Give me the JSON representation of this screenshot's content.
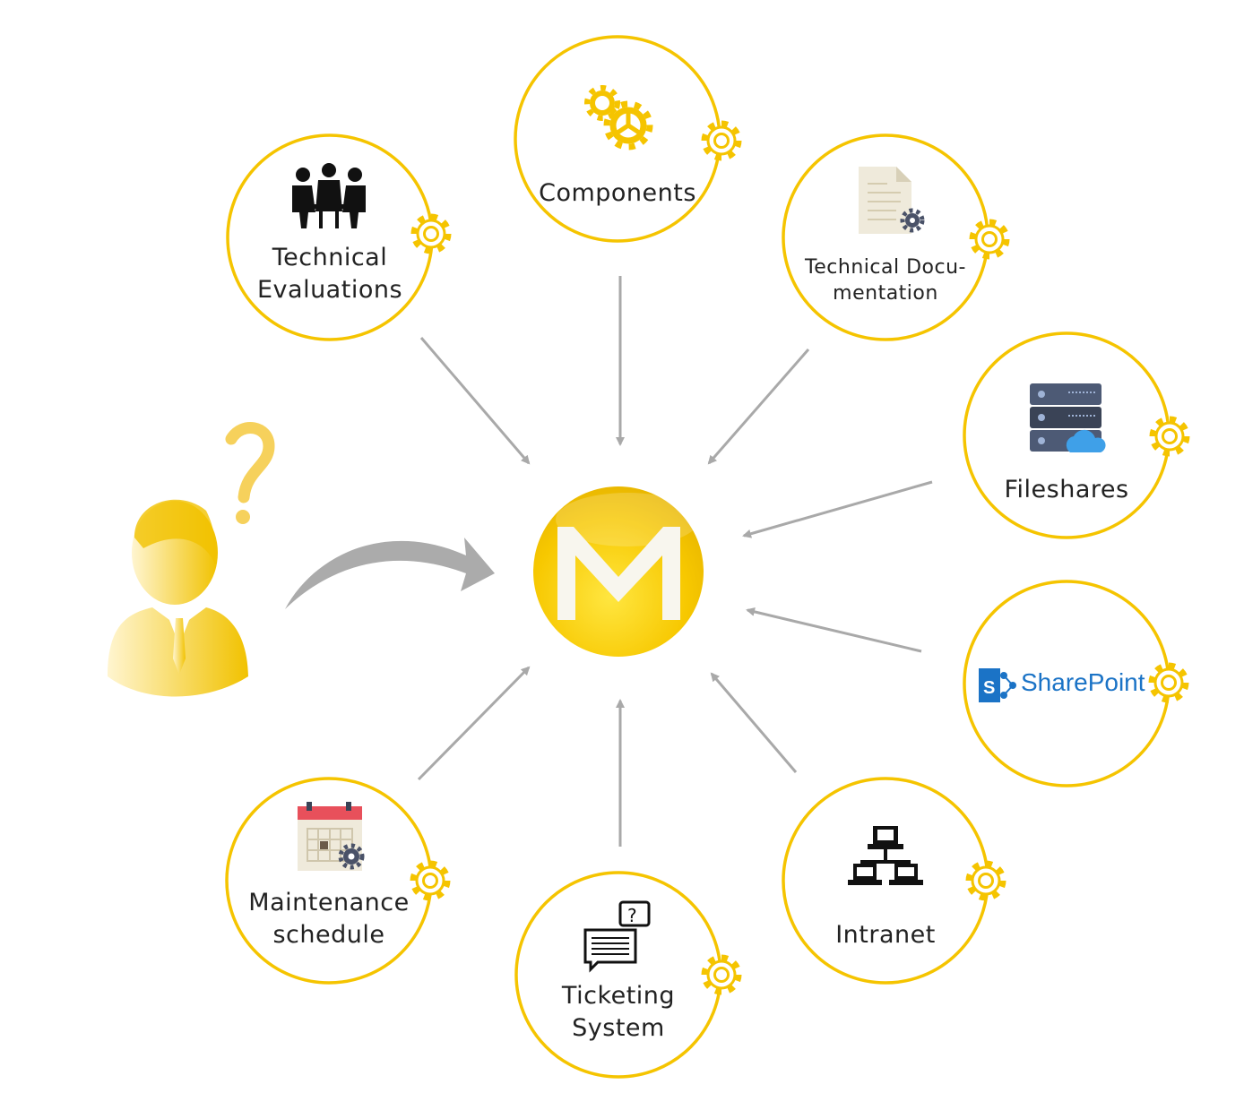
{
  "title_logo": "M",
  "colors": {
    "ring": "#f5c400",
    "arrow": "#a9a9a9",
    "sharepoint": "#1b73c6",
    "logo": "#f7c800"
  },
  "nodes": {
    "technical_evaluations": {
      "line1": "Technical",
      "line2": "Evaluations",
      "icon": "meeting-people-icon"
    },
    "components": {
      "line1": "Components",
      "icon": "gears-icon"
    },
    "technical_documentation": {
      "line1": "Technical Docu-",
      "line2": "mentation",
      "icon": "document-gear-icon"
    },
    "fileshares": {
      "line1": "Fileshares",
      "icon": "server-cloud-icon"
    },
    "sharepoint": {
      "line1": "SharePoint",
      "logo_letter": "S",
      "icon": "sharepoint-logo-icon"
    },
    "intranet": {
      "line1": "Intranet",
      "icon": "network-icon"
    },
    "ticketing_system": {
      "line1": "Ticketing",
      "line2": "System",
      "icon": "chat-question-icon"
    },
    "maintenance_schedule": {
      "line1": "Maintenance",
      "line2": "schedule",
      "icon": "calendar-gear-icon"
    }
  },
  "user": {
    "symbol": "?",
    "icon": "confused-user-icon"
  }
}
